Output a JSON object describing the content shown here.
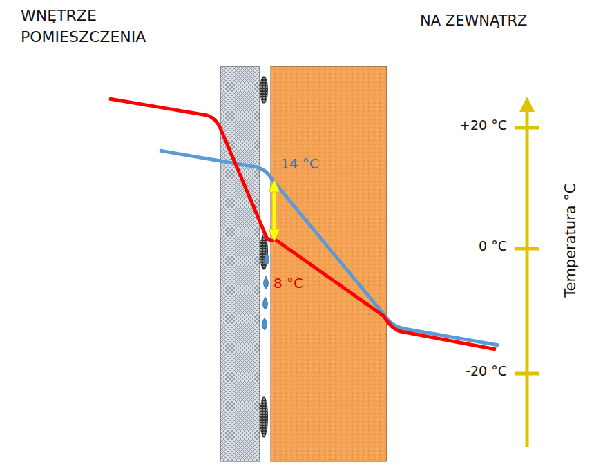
{
  "diagram": {
    "labels": [
      "WNĘTRZE POMIESZCZENIA",
      "NA ZEWNĄTRZ",
      "+20 °C",
      "0 °C",
      "-20 °C",
      "Temperatura °C",
      "14 °C",
      "8 °C"
    ]
  }
}
